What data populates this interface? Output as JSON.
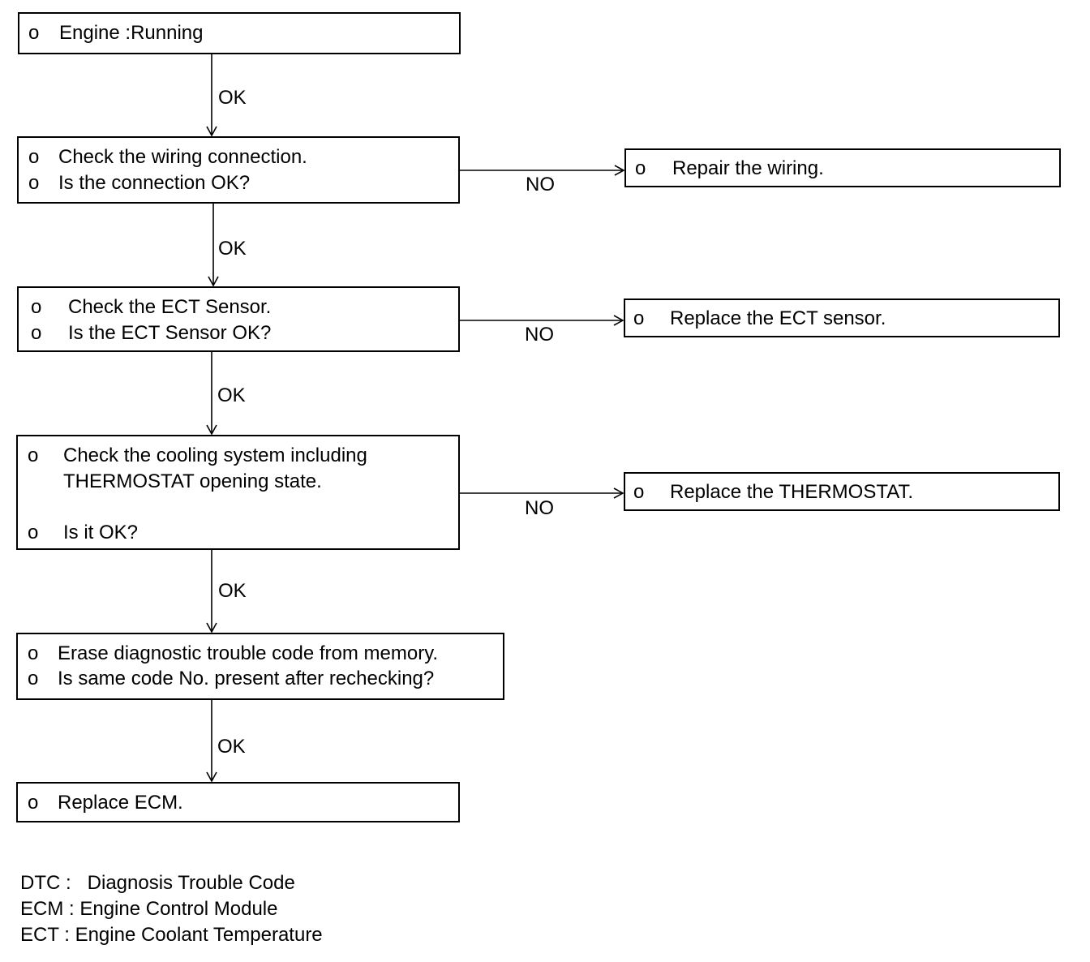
{
  "flowchart": {
    "bullet": "o",
    "boxes": {
      "engine": {
        "lines": [
          "Engine :Running"
        ]
      },
      "wiring": {
        "lines": [
          "Check the wiring connection.",
          "Is the connection OK?"
        ]
      },
      "ect": {
        "lines": [
          "Check the ECT Sensor.",
          "Is the ECT Sensor OK?"
        ]
      },
      "cooling": {
        "lines": [
          "Check the cooling system including",
          "THERMOSTAT opening state.",
          "Is it OK?"
        ]
      },
      "erase": {
        "lines": [
          "Erase diagnostic trouble code from memory.",
          "Is same code No. present after rechecking?"
        ]
      },
      "ecm": {
        "lines": [
          "Replace ECM."
        ]
      },
      "repair_wiring": {
        "lines": [
          "Repair the wiring."
        ]
      },
      "replace_ect": {
        "lines": [
          "Replace the ECT sensor."
        ]
      },
      "replace_thermostat": {
        "lines": [
          "Replace the THERMOSTAT."
        ]
      }
    },
    "labels": {
      "ok_1": "OK",
      "ok_2": "OK",
      "ok_3": "OK",
      "ok_4": "OK",
      "ok_5": "OK",
      "no_1": "NO",
      "no_2": "NO",
      "no_3": "NO"
    }
  },
  "legend": [
    "DTC :   Diagnosis Trouble Code",
    "ECM : Engine Control Module",
    "ECT : Engine Coolant Temperature"
  ]
}
